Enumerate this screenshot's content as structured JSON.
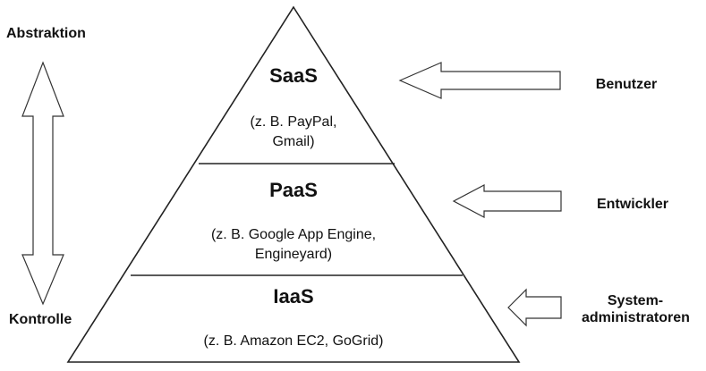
{
  "axis": {
    "top_label": "Abstraktion",
    "bottom_label": "Kontrolle"
  },
  "layers": [
    {
      "name": "SaaS",
      "example_line1": "(z. B. PayPal,",
      "example_line2": "Gmail)",
      "user": "Benutzer"
    },
    {
      "name": "PaaS",
      "example_line1": "(z. B. Google App Engine,",
      "example_line2": "Engineyard)",
      "user": "Entwickler"
    },
    {
      "name": "IaaS",
      "example_line1": "(z. B. Amazon EC2, GoGrid)",
      "user_line1": "System-",
      "user_line2": "administratoren"
    }
  ],
  "colors": {
    "stroke": "#222222",
    "arrow_fill": "#ffffff"
  },
  "icons": {
    "vertical_arrow": "double-headed-arrow",
    "role_arrows": "left-pointing-block-arrow"
  }
}
